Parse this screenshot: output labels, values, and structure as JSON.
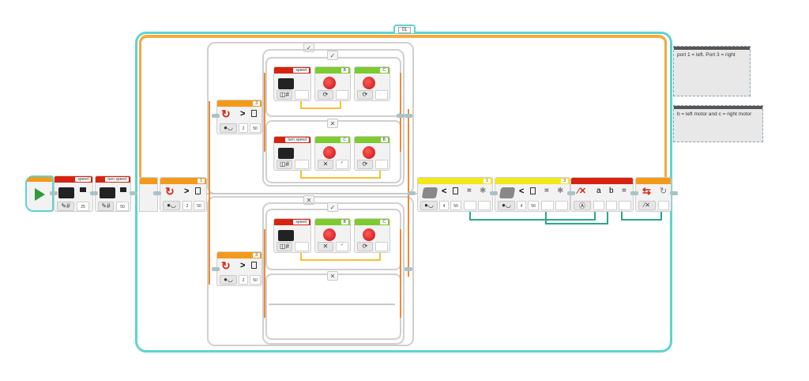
{
  "program": {
    "start_block": {
      "icon": "play-icon"
    },
    "variables": [
      {
        "name": "speed",
        "mode": "write-numeric",
        "value": "25"
      },
      {
        "name": "turn speed",
        "mode": "write-numeric",
        "value": "50"
      }
    ],
    "loop": {
      "name": "01",
      "end": {
        "mode": "unlimited",
        "icon": "infinity-icon"
      }
    },
    "outer_switch": {
      "port": "1",
      "sensor": "touch/colour",
      "compare": ">",
      "type": "2",
      "threshold": "50",
      "true_tab": "✓",
      "false_tab": "✕"
    },
    "inner_switch_top": {
      "port": "3",
      "compare": ">",
      "type": "2",
      "threshold": "50",
      "true_tab": "✓",
      "false_tab": "✕",
      "true_case": [
        {
          "type": "variable",
          "label": "speed",
          "mode": "read-numeric"
        },
        {
          "type": "motor",
          "label": "B",
          "mode": "on"
        },
        {
          "type": "motor",
          "label": "C",
          "mode": "on"
        }
      ],
      "false_case": [
        {
          "type": "variable",
          "label": "turn speed",
          "mode": "read-numeric"
        },
        {
          "type": "motor",
          "label": "C",
          "mode": "off"
        },
        {
          "type": "motor",
          "label": "B",
          "mode": "on"
        }
      ]
    },
    "inner_switch_bottom": {
      "port": "3",
      "compare": ">",
      "type": "2",
      "threshold": "50",
      "true_tab": "✓",
      "false_tab": "✕",
      "true_case": [
        {
          "type": "variable",
          "label": "speed",
          "mode": "read-numeric"
        },
        {
          "type": "motor",
          "label": "B",
          "mode": "off"
        },
        {
          "type": "motor",
          "label": "C",
          "mode": "on"
        }
      ],
      "false_case": []
    },
    "sensors_after": [
      {
        "port": "1",
        "compare": "<",
        "type": "4",
        "threshold": "50",
        "eq": "=",
        "out": "✱"
      },
      {
        "port": "3",
        "compare": "<",
        "type": "4",
        "threshold": "50",
        "eq": "=",
        "out": "✱"
      }
    ],
    "logic": {
      "inputs": [
        "a",
        "b"
      ],
      "eq": "=",
      "mode": "AND"
    },
    "loop_interrupt": {
      "icon": "loop-interrupt-icon"
    }
  },
  "comments": [
    {
      "text": "port 1 = left. Port 3 = right"
    },
    {
      "text": "b = left motor and c = right motor"
    }
  ],
  "colors": {
    "loop": "#5fd3d0",
    "loop_inner": "#f4a940",
    "motor": "#7ccb2f",
    "variable": "#d6230f",
    "flow": "#f49a1b",
    "sensor": "#f2e818"
  }
}
